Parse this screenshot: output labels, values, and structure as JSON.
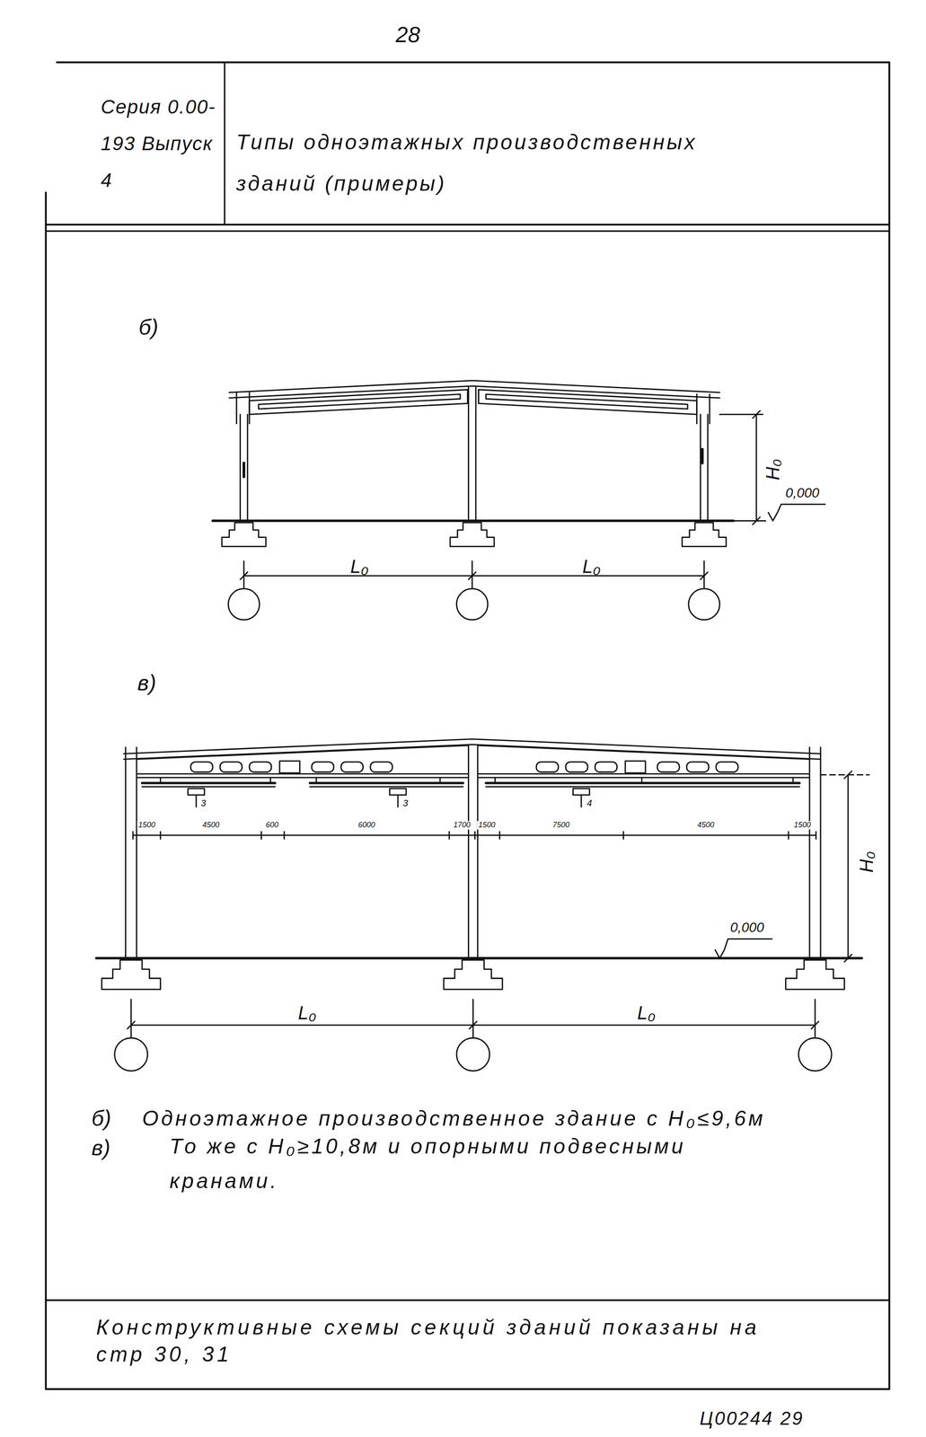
{
  "diagram": {
    "nodes": [
      {
        "text": [
          "Серия 0.00-193 Выпуск 4"
        ]
      },
      {
        "text": [
          "Типы одноэтажных производственных зданий (примеры)"
        ]
      },
      {
        "text": [
          "Конструктивные схемы секций зданий показаны на стр 30, 31"
        ]
      }
    ],
    "labels": [
      "28",
      "б)",
      "H₀",
      "0,000",
      "L₀",
      "L₀",
      "в)",
      "1500",
      "4500",
      "600",
      "6000",
      "1700",
      "1500",
      "7500",
      "4500",
      "1500",
      "3",
      "3",
      "4",
      "H₀",
      "0,000",
      "L₀",
      "L₀",
      "б)",
      "Одноэтажное производственное здание с H₀≤9,6м",
      "в)",
      "То же с H₀≥10,8м и опорными подвесными кранами.",
      "Ц00244 29"
    ]
  }
}
